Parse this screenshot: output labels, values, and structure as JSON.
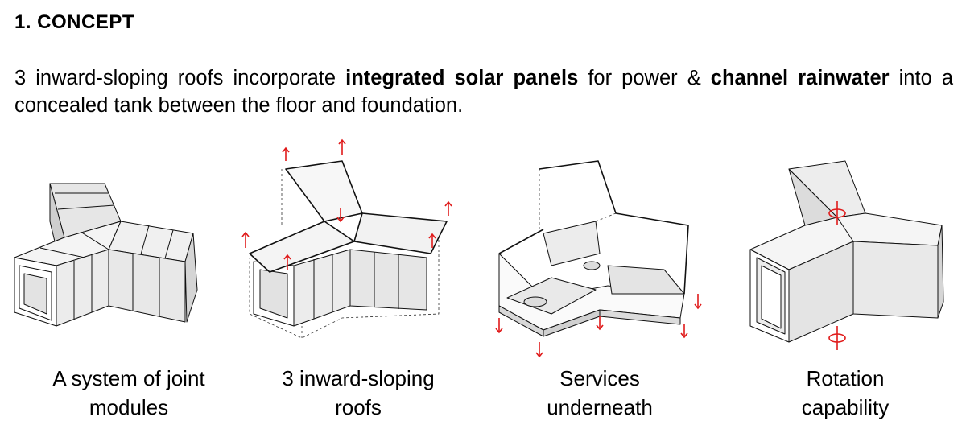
{
  "heading": "1.  CONCEPT",
  "intro": {
    "part1": "3 inward-sloping roofs incorporate ",
    "bold1": "integrated solar panels",
    "part2": " for power & ",
    "bold2": "channel rainwater",
    "part3": " into a concealed tank between the floor and foundation."
  },
  "panels": [
    {
      "caption_line1": "A system of joint",
      "caption_line2": "modules"
    },
    {
      "caption_line1": "3 inward-sloping",
      "caption_line2": "roofs"
    },
    {
      "caption_line1": "Services",
      "caption_line2": "underneath"
    },
    {
      "caption_line1": "Rotation",
      "caption_line2": "capability"
    }
  ],
  "colors": {
    "arrow": "#e01b1b",
    "line": "#111111",
    "fill": "#f2f2f2",
    "shade": "#d8d8d8"
  }
}
